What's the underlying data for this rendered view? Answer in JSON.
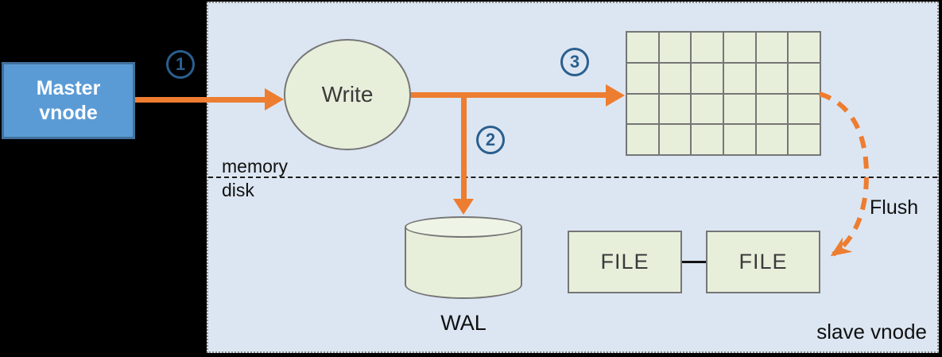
{
  "colors": {
    "background": "#000000",
    "panel_fill": "#dce6f2",
    "panel_border": "#8c8c8c",
    "accent_orange": "#ed7d31",
    "node_green_fill": "#e7efdb",
    "node_green_light": "#eff5e6",
    "node_gray_border": "#767676",
    "master_blue_fill": "#5b9bd5",
    "master_blue_border": "#41719c",
    "step_badge_blue": "#2a5f8f",
    "text_dark": "#3b3b3b"
  },
  "nodes": {
    "master_vnode": {
      "line1": "Master",
      "line2": "vnode"
    },
    "write": {
      "label": "Write"
    },
    "wal": {
      "label": "WAL"
    },
    "file_left": {
      "label": "FILE"
    },
    "file_right": {
      "label": "FILE"
    }
  },
  "labels": {
    "memory": "memory",
    "disk": "disk",
    "flush": "Flush",
    "slave_vnode": "slave vnode"
  },
  "steps": [
    {
      "n": "1"
    },
    {
      "n": "2"
    },
    {
      "n": "3"
    }
  ],
  "memtable": {
    "rows": 4,
    "cols": 6
  }
}
